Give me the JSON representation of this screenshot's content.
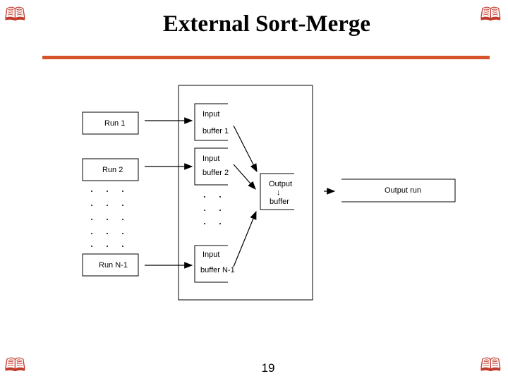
{
  "slide": {
    "title": "External Sort-Merge",
    "page_number": "19",
    "corner_icon": "book-icon",
    "accent_color": "#d6532b",
    "corner_color": "#c0392b"
  },
  "diagram": {
    "runs": [
      "Run 1",
      "Run 2",
      "Run N-1"
    ],
    "input_buffers": [
      [
        "Input",
        "buffer 1"
      ],
      [
        "Input",
        "buffer 2"
      ],
      [
        "Input",
        "buffer N-1"
      ]
    ],
    "output_buffer": [
      "Output",
      "buffer"
    ],
    "output_label": "Output run"
  }
}
